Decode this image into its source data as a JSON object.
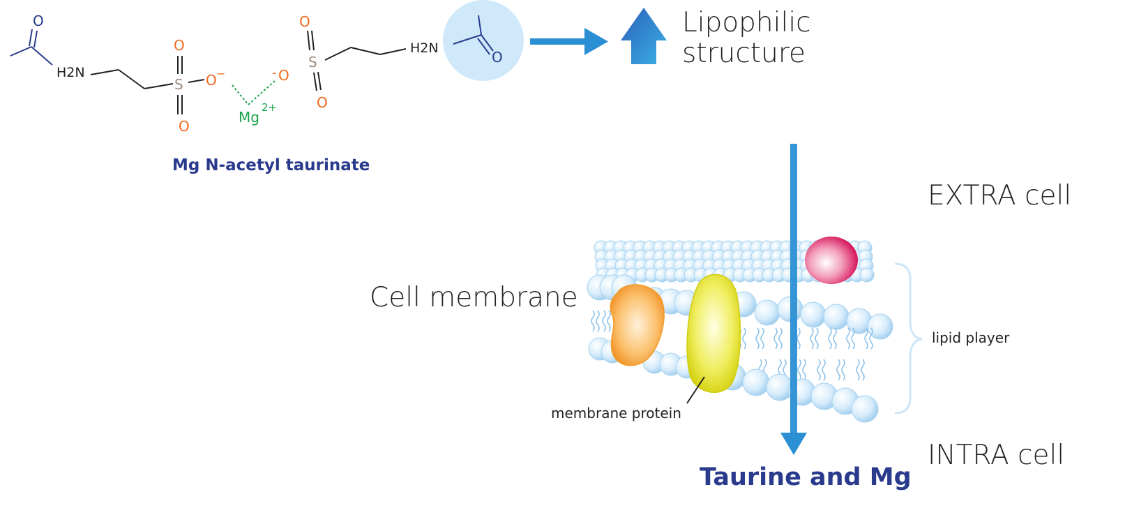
{
  "molecule": {
    "name": "Mg N-acetyl taurinate",
    "atoms": {
      "o_carbonyl_left": "O",
      "h2n_left": "H2N",
      "s_left": "S",
      "o_left_top": "O",
      "o_left_bottom": "O",
      "o_left_minus": "O",
      "minus_sign_left": "−",
      "mg": "Mg",
      "mg_charge": "2+",
      "o_right_minus": "O",
      "minus_sign_right": "-",
      "s_right": "S",
      "o_right_top": "O",
      "o_right_bottom": "O",
      "h2n_right": "H2N",
      "o_carbonyl_right": "O"
    }
  },
  "labels": {
    "lipophilic": "Lipophilic",
    "structure": "structure",
    "extra_cell": "EXTRA cell",
    "intra_cell": "INTRA cell",
    "cell_membrane": "Cell membrane",
    "lipid_layer": "lipid player",
    "membrane_protein": "membrane protein",
    "result": "Taurine and Mg"
  },
  "colors": {
    "dark_blue": "#2a3a8c",
    "orange": "#f06a1c",
    "green": "#1aa24a",
    "sulfur": "#a08a80",
    "arrow_blue": "#2b8fd4",
    "bubble": "#cfe9fb",
    "protein_orange": "#f7a53a",
    "protein_yellow": "#e8e62a",
    "pink": "#e0245e"
  }
}
